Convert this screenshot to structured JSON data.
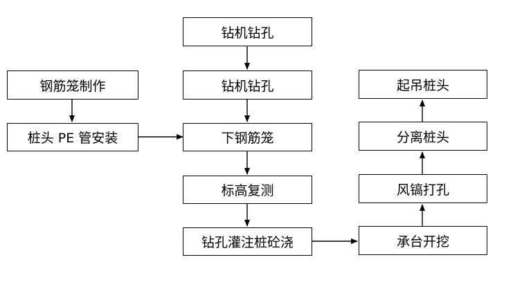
{
  "flowchart": {
    "nodes": {
      "drill_1": "钻机钻孔",
      "drill_2": "钻机钻孔",
      "cage_make": "钢筋笼制作",
      "pe_pipe": "桩头 PE 管安装",
      "lower_cage": "下钢筋笼",
      "elevation": "标高复测",
      "pour": "钻孔灌注桩砼浇",
      "cap_excavate": "承台开挖",
      "air_pick": "风镐打孔",
      "separate": "分离桩头",
      "lift": "起吊桩头"
    }
  }
}
